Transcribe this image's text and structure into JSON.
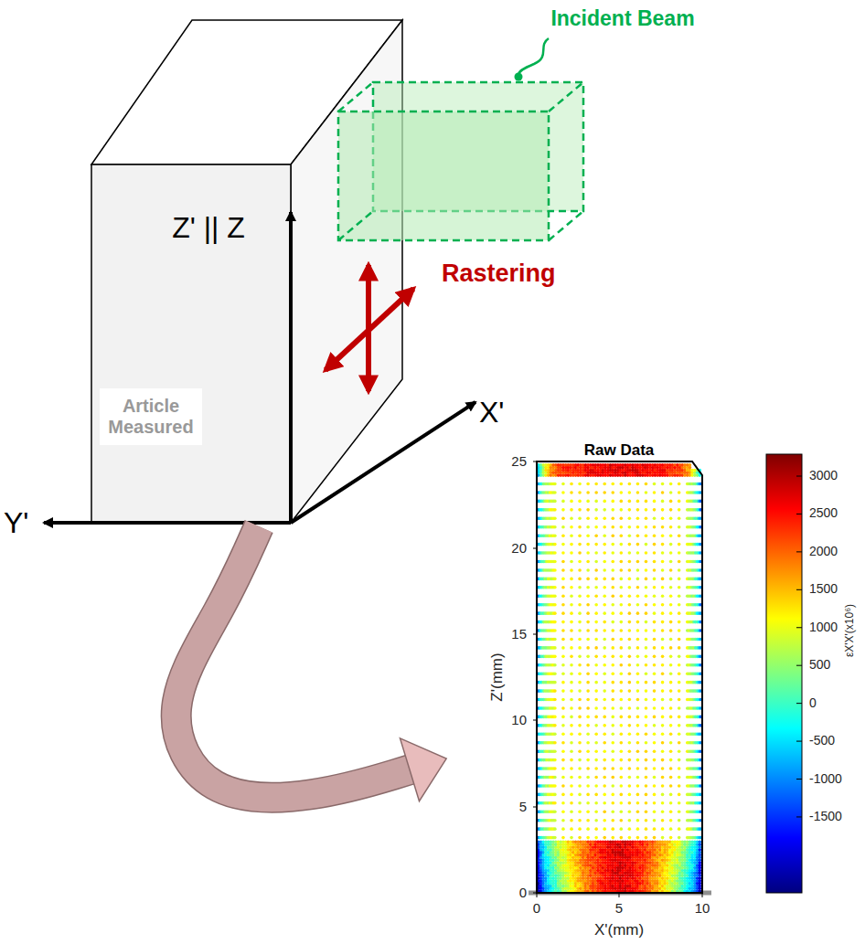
{
  "diagram": {
    "nodes": [
      {
        "text": [
          "Article Measured"
        ]
      },
      {
        "text": [
          "Incident Beam"
        ]
      },
      {
        "text": [
          "Raw Data"
        ]
      }
    ],
    "edges": [
      {
        "from": 0,
        "to": 2,
        "arrow": "to"
      }
    ],
    "labels": [
      "Z' || Z",
      "X'",
      "Y'",
      "Rastering",
      "25",
      "20",
      "15",
      "10",
      "5",
      "0",
      "0",
      "5",
      "10",
      "Z'(mm)",
      "X'(mm)",
      "3000",
      "2500",
      "2000",
      "1500",
      "1000",
      "500",
      "0",
      "-500",
      "-1000",
      "-1500",
      "εX'X'(x10⁶)"
    ]
  }
}
